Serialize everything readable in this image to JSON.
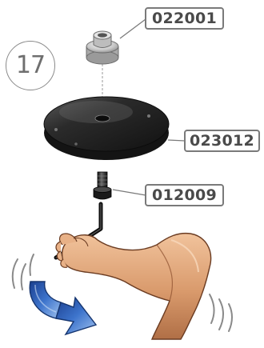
{
  "step": {
    "number": "17"
  },
  "parts": {
    "cap": {
      "code": "022001"
    },
    "disc": {
      "code": "023012"
    },
    "bolt": {
      "code": "012009"
    }
  },
  "colors": {
    "label_border": "#7a7a7a",
    "label_text": "#4a4a4a",
    "disc_dark": "#1e1e1e",
    "skin": "#d99a6c",
    "arrow_blue": "#2f63b8"
  },
  "icons": {
    "rotation_arrow": "rotate-arrow-icon",
    "arm": "flexed-arm-illustration",
    "hex_key": "allen-key-icon"
  }
}
